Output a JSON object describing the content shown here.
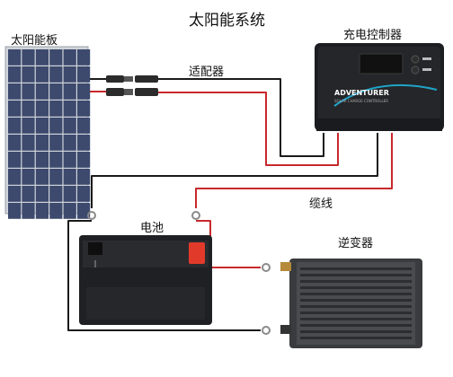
{
  "title": "太阳能系统",
  "labels": {
    "solar_panel": "太阳能板",
    "controller": "充电控制器",
    "adapter": "适配器",
    "cable": "缆线",
    "battery": "电池",
    "inverter": "逆变器"
  },
  "controller_brand": "ADVENTURER",
  "controller_subtext": "SOLAR CHARGE CONTROLLER",
  "colors": {
    "positive_wire": "#c8282d",
    "negative_wire": "#1a1a1a",
    "panel_cell": "#3d4a6e",
    "controller_accent": "#1fa3c6",
    "battery_positive": "#e23a2a"
  }
}
